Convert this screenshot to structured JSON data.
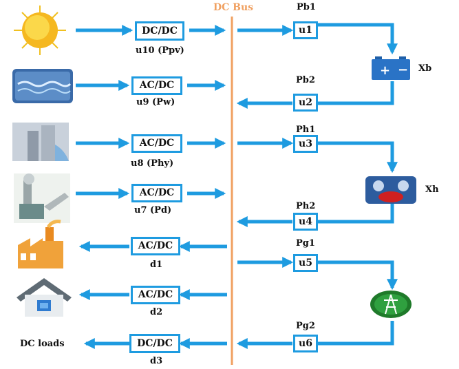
{
  "title": "DC Bus",
  "sources": [
    {
      "converter": "DC/DC",
      "label": "u10 (Ppv)"
    },
    {
      "converter": "AC/DC",
      "label": "u9 (Pw)"
    },
    {
      "converter": "AC/DC",
      "label": "u8 (Phy)"
    },
    {
      "converter": "AC/DC",
      "label": "u7 (Pd)"
    }
  ],
  "loads": [
    {
      "converter": "AC/DC",
      "label": "d1"
    },
    {
      "converter": "AC/DC",
      "label": "d2"
    },
    {
      "converter": "DC/DC",
      "label": "d3",
      "name": "DC loads"
    }
  ],
  "storage": [
    {
      "in_box": "u1",
      "in_label": "Pb1",
      "out_box": "u2",
      "out_label": "Pb2",
      "name": "Xb"
    },
    {
      "in_box": "u3",
      "in_label": "Ph1",
      "out_box": "u4",
      "out_label": "Ph2",
      "name": "Xh"
    },
    {
      "in_box": "u5",
      "in_label": "Pg1",
      "out_box": "u6",
      "out_label": "Pg2"
    }
  ],
  "colors": {
    "arrow": "#1e9be0",
    "bus": "#f0a060"
  }
}
